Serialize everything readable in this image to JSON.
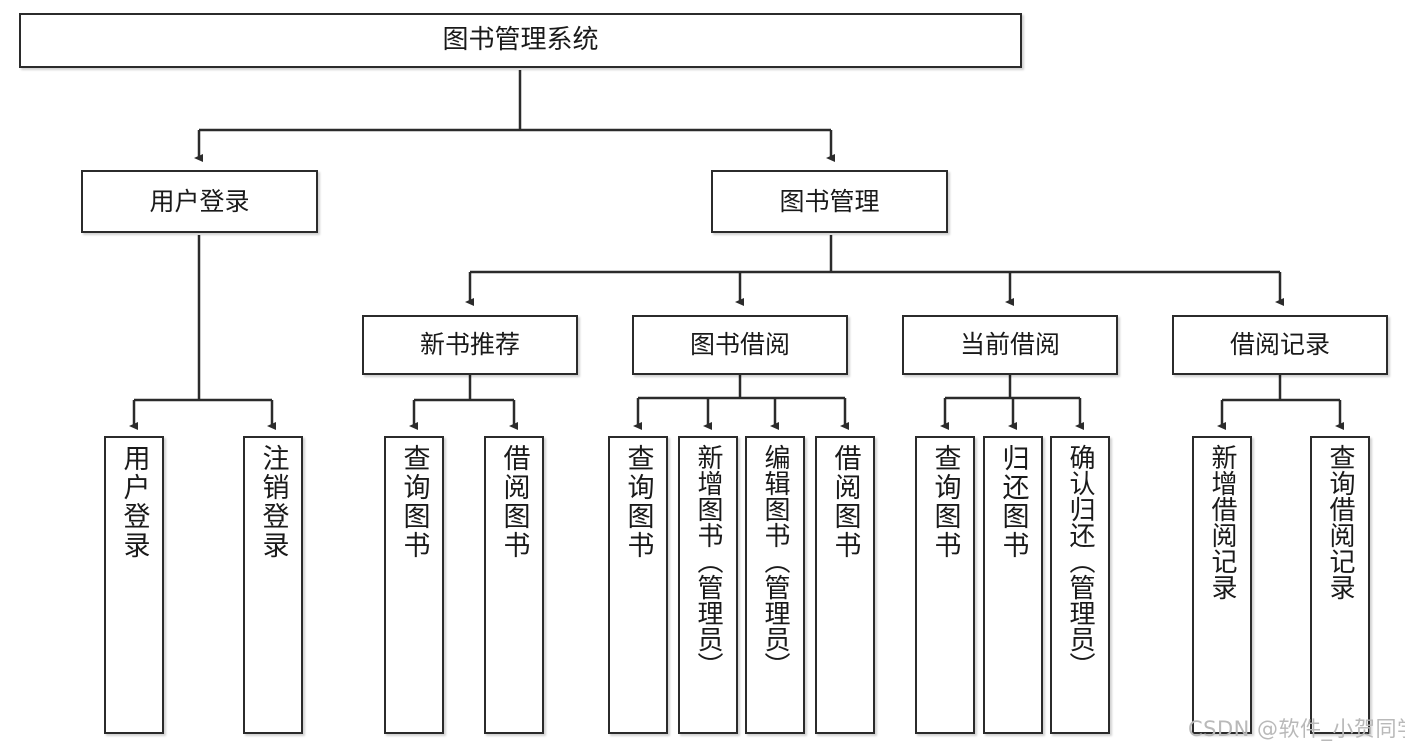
{
  "diagram": {
    "type": "tree-hierarchy-chart",
    "title": "图书管理系统",
    "colors": {
      "border": "#2b2b2b",
      "background": "#ffffff",
      "text": "#1a1a1a",
      "watermark": "#b9b9b9"
    },
    "levels": {
      "level1": {
        "label": "图书管理系统"
      },
      "level2": [
        {
          "label": "用户登录"
        },
        {
          "label": "图书管理"
        }
      ],
      "level3": [
        {
          "label": "新书推荐"
        },
        {
          "label": "图书借阅"
        },
        {
          "label": "当前借阅"
        },
        {
          "label": "借阅记录"
        }
      ],
      "leaves": {
        "user_login": [
          {
            "label": "用户登录"
          },
          {
            "label": "注销登录"
          }
        ],
        "new_book_recommend": [
          {
            "label": "查询图书"
          },
          {
            "label": "借阅图书"
          }
        ],
        "book_borrow": [
          {
            "label": "查询图书"
          },
          {
            "label": "新增图书（管理员）"
          },
          {
            "label": "编辑图书（管理员）"
          },
          {
            "label": "借阅图书"
          }
        ],
        "current_borrow": [
          {
            "label": "查询图书"
          },
          {
            "label": "归还图书"
          },
          {
            "label": "确认归还（管理员）"
          }
        ],
        "borrow_record": [
          {
            "label": "新增借阅记录"
          },
          {
            "label": "查询借阅记录"
          }
        ]
      }
    },
    "watermark": "CSDN @软件_小贺同学"
  }
}
